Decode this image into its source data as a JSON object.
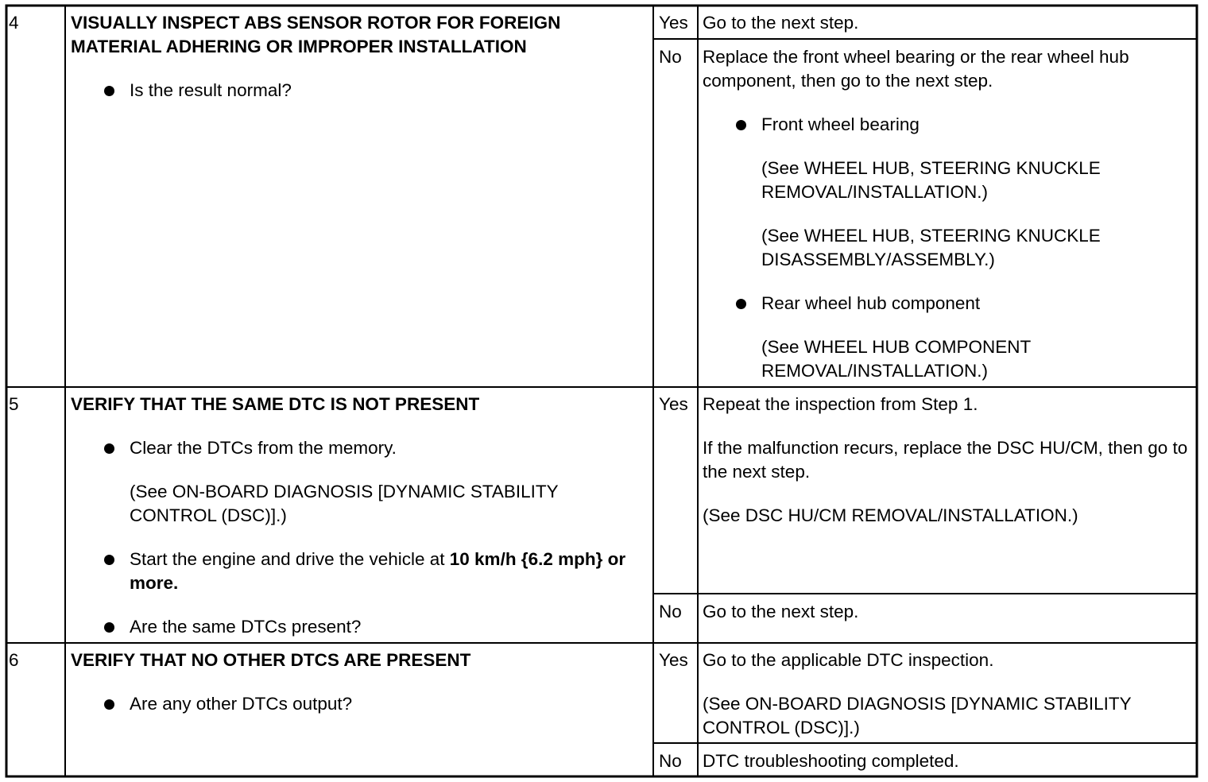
{
  "rows": [
    {
      "step": "4",
      "title": "VISUALLY INSPECT ABS SENSOR ROTOR FOR FOREIGN MATERIAL ADHERING OR IMPROPER INSTALLATION",
      "bullets": [
        "Is the result normal?"
      ],
      "yes_label": "Yes",
      "yes_action": "Go to the next step.",
      "no_label": "No",
      "no_action": "Replace the front wheel bearing or the rear wheel hub component, then go to the next step.",
      "no_items": [
        {
          "label": "Front wheel bearing",
          "refs": [
            "(See WHEEL HUB, STEERING KNUCKLE REMOVAL/INSTALLATION.)",
            "(See WHEEL HUB, STEERING KNUCKLE DISASSEMBLY/ASSEMBLY.)"
          ]
        },
        {
          "label": "Rear wheel hub component",
          "refs": [
            "(See WHEEL HUB COMPONENT REMOVAL/INSTALLATION.)"
          ]
        }
      ]
    },
    {
      "step": "5",
      "title": "VERIFY THAT THE SAME DTC IS NOT PRESENT",
      "bullet_1": "Clear the DTCs from the memory.",
      "bullet_1_ref": "(See ON-BOARD DIAGNOSIS [DYNAMIC STABILITY CONTROL (DSC)].)",
      "bullet_2_prefix": "Start the engine and drive the vehicle at ",
      "bullet_2_bold": "10 km/h {6.2 mph} or more.",
      "bullet_3": "Are the same DTCs present?",
      "yes_label": "Yes",
      "yes_action_1": "Repeat the inspection from Step 1.",
      "yes_action_2": "If the malfunction recurs, replace the DSC HU/CM, then go to the next step.",
      "yes_action_3": "(See DSC HU/CM REMOVAL/INSTALLATION.)",
      "no_label": "No",
      "no_action": "Go to the next step."
    },
    {
      "step": "6",
      "title": "VERIFY THAT NO OTHER DTCS ARE PRESENT",
      "bullet_1": "Are any other DTCs output?",
      "yes_label": "Yes",
      "yes_action_1": "Go to the applicable DTC inspection.",
      "yes_action_2": "(See ON-BOARD DIAGNOSIS [DYNAMIC STABILITY CONTROL (DSC)].)",
      "no_label": "No",
      "no_action": "DTC troubleshooting completed."
    }
  ]
}
